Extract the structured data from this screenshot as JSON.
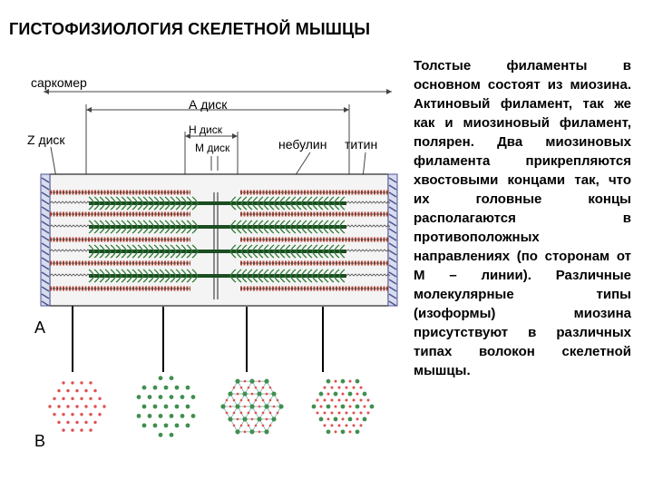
{
  "title": "ГИСТОФИЗИОЛОГИЯ  СКЕЛЕТНОЙ МЫШЦЫ",
  "labels": {
    "sarcomere": "саркомер",
    "a_band": "А диск",
    "h_zone": "Н  диск",
    "m_line": "М диск",
    "z_disc": "Z диск",
    "nebulin": "небулин",
    "titin": "титин",
    "panel_a": "А",
    "panel_b": "В"
  },
  "description": "Толстые филаменты в основном состоят из миозина. Актиновый филамент, так же как и миозиновый филамент, полярен. Два миозиновых филамента прикрепляются хвостовыми концами так, что их головные концы располагаются в противоположных направлениях (по сторонам от М – линии). Различные молекулярные типы (изоформы) миозина присутствуют в различных типах волокон скелетной мышцы.",
  "colors": {
    "z_disc": "#4a5290",
    "thin_filament": "#b24a3c",
    "thick_filament": "#2f7a35",
    "outline": "#222222",
    "guide": "#444444",
    "dot_red": "#e05050",
    "dot_green": "#3f8f4f"
  },
  "cross_sections": [
    {
      "kind": "thin-only"
    },
    {
      "kind": "thick-only"
    },
    {
      "kind": "thick-thin-lattice"
    },
    {
      "kind": "thin-thick-mixed"
    }
  ]
}
